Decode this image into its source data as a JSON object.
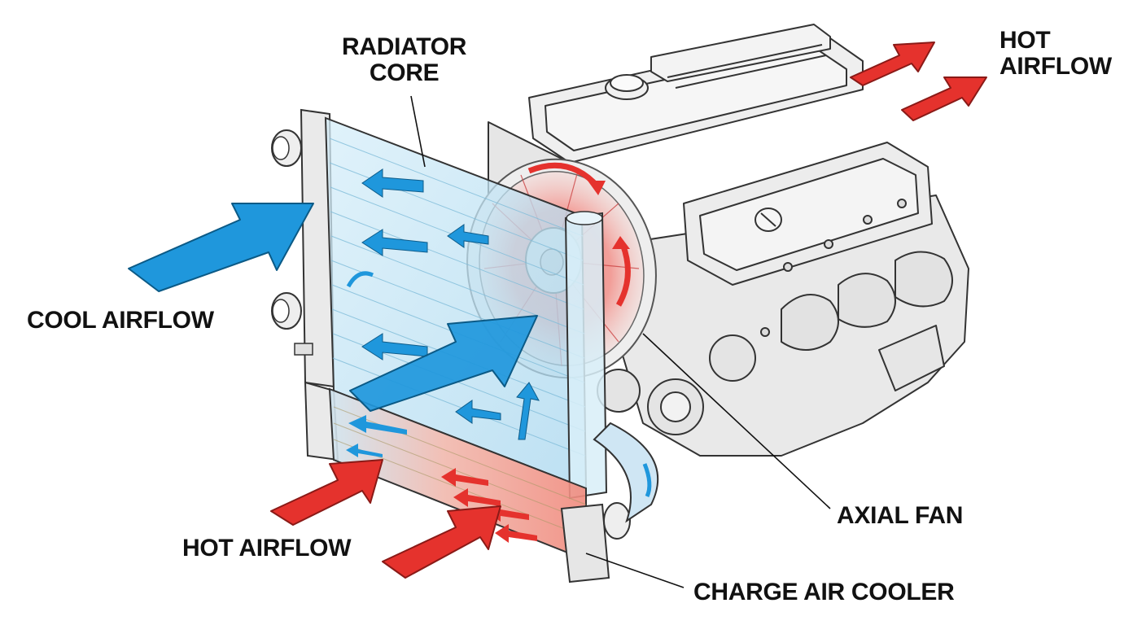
{
  "labels": {
    "radiator_core": [
      "RADIATOR",
      "CORE"
    ],
    "hot_airflow_top": [
      "HOT",
      "AIRFLOW"
    ],
    "cool_airflow": "COOL AIRFLOW",
    "hot_airflow_bottom": "HOT AIRFLOW",
    "axial_fan": "AXIAL FAN",
    "charge_air_cooler": "CHARGE AIR COOLER"
  },
  "colors": {
    "cool_arrow": "#1f97dc",
    "hot_arrow": "#e5322d",
    "radiator_tint": "#bfe3f5",
    "cooler_tint": "#f3b3a6",
    "engine_fill": "#eeeeee",
    "outline": "#333333"
  }
}
